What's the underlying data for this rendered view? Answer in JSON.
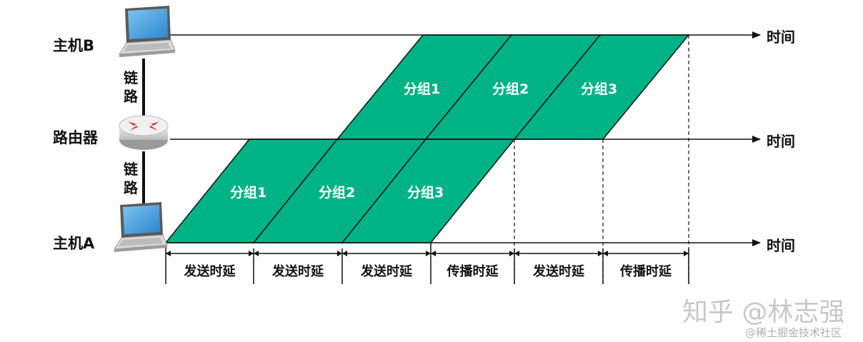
{
  "nodes": {
    "host_b": "主机B",
    "router": "路由器",
    "host_a": "主机A"
  },
  "links": {
    "upper_link": [
      "链",
      "路"
    ],
    "lower_link": [
      "链",
      "路"
    ]
  },
  "axis_label": "时间",
  "packets_a_to_router": [
    "分组1",
    "分组2",
    "分组3"
  ],
  "packets_router_to_b": [
    "分组1",
    "分组2",
    "分组3"
  ],
  "delay_labels": [
    "发送时延",
    "发送时延",
    "发送时延",
    "传播时延",
    "发送时延",
    "传播时延"
  ],
  "packet_color": "#00b386",
  "watermark": {
    "main": "知乎 @林志强",
    "sub": "@稀土掘金技术社区"
  },
  "icons": {
    "host_b": "laptop-icon",
    "router": "router-icon",
    "host_a": "laptop-icon"
  }
}
